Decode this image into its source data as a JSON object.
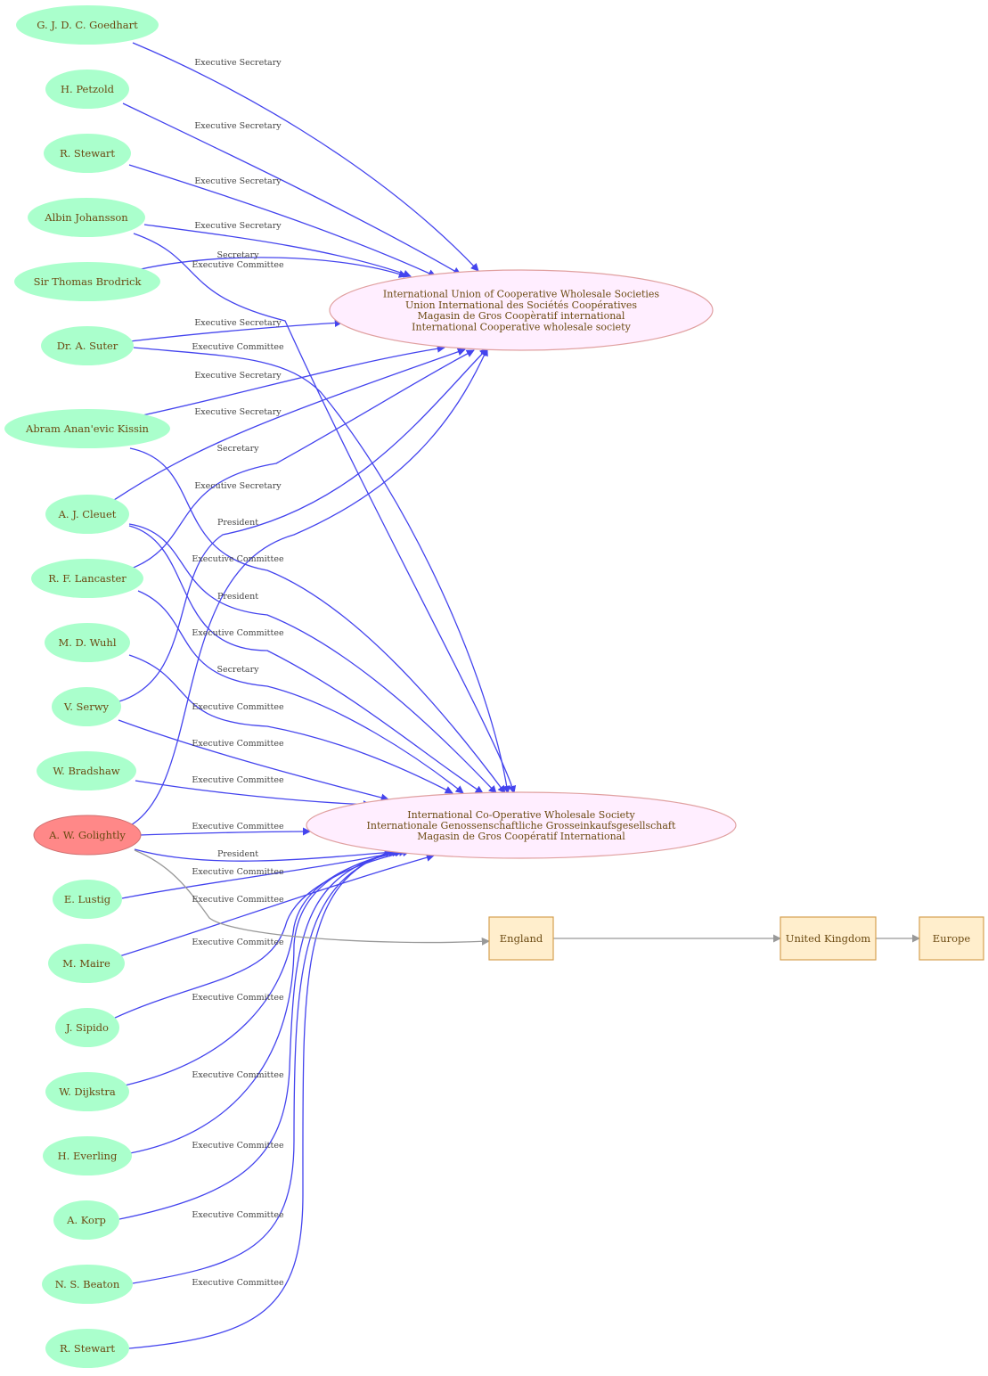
{
  "colors": {
    "person_fill": "#aaffcc",
    "highlight_fill": "#ff8888",
    "org_fill": "#ffeeff",
    "org_stroke": "#e0a0a0",
    "place_fill": "#ffeecc",
    "place_stroke": "#d4a050",
    "edge_role": "#4444ee",
    "edge_place": "#999999",
    "label_text": "#6b4a12"
  },
  "people": [
    {
      "id": "goedhart",
      "label": "G. J. D. C.  Goedhart"
    },
    {
      "id": "petzold",
      "label": "H. Petzold"
    },
    {
      "id": "stewart1",
      "label": "R.  Stewart"
    },
    {
      "id": "johansson",
      "label": "Albin Johansson"
    },
    {
      "id": "brodrick",
      "label": "Sir Thomas Brodrick"
    },
    {
      "id": "suter",
      "label": "Dr. A.  Suter"
    },
    {
      "id": "kissin",
      "label": "Abram Anan'evic Kissin"
    },
    {
      "id": "cleuet",
      "label": "A. J. Cleuet"
    },
    {
      "id": "lancaster",
      "label": "R. F. Lancaster"
    },
    {
      "id": "wuhl",
      "label": "M. D. Wuhl"
    },
    {
      "id": "serwy",
      "label": "V. Serwy"
    },
    {
      "id": "bradshaw",
      "label": "W. Bradshaw"
    },
    {
      "id": "golightly",
      "label": "A. W. Golightly",
      "highlight": true
    },
    {
      "id": "lustig",
      "label": "E. Lustig"
    },
    {
      "id": "maire",
      "label": "M. Maire"
    },
    {
      "id": "sipido",
      "label": "J. Sipido"
    },
    {
      "id": "dijkstra",
      "label": "W. Dijkstra"
    },
    {
      "id": "everling",
      "label": "H. Everling"
    },
    {
      "id": "korp",
      "label": "A. Korp"
    },
    {
      "id": "beaton",
      "label": "N. S. Beaton"
    },
    {
      "id": "stewart2",
      "label": "R. Stewart"
    }
  ],
  "organizations": [
    {
      "id": "iucws",
      "lines": [
        "International Union of Cooperative Wholesale Societies",
        "Union International des Sociétés Coopératives",
        "Magasin de Gros Coopèratif international",
        "International Cooperative wholesale society"
      ]
    },
    {
      "id": "icws",
      "lines": [
        "International Co-Operative Wholesale Society",
        "Internationale Genossenschaftliche Grosseinkaufsgesellschaft",
        "Magasin de Gros Coopératif International"
      ]
    }
  ],
  "places": [
    {
      "id": "england",
      "label": "England"
    },
    {
      "id": "uk",
      "label": "United Kingdom"
    },
    {
      "id": "europe",
      "label": "Europe"
    }
  ],
  "edges": [
    {
      "from": "goedhart",
      "to": "iucws",
      "label": "Executive Secretary"
    },
    {
      "from": "petzold",
      "to": "iucws",
      "label": "Executive Secretary"
    },
    {
      "from": "stewart1",
      "to": "iucws",
      "label": "Executive Secretary"
    },
    {
      "from": "johansson",
      "to": "iucws",
      "label": "Executive Secretary"
    },
    {
      "from": "brodrick",
      "to": "iucws",
      "label": "Secretary"
    },
    {
      "from": "johansson",
      "to": "icws",
      "label": "Executive Committee"
    },
    {
      "from": "suter",
      "to": "iucws",
      "label": "Executive Secretary"
    },
    {
      "from": "suter",
      "to": "icws",
      "label": "Executive Committee"
    },
    {
      "from": "kissin",
      "to": "iucws",
      "label": "Executive Secretary"
    },
    {
      "from": "cleuet",
      "to": "iucws",
      "label": "Executive Secretary"
    },
    {
      "from": "lancaster",
      "to": "iucws",
      "label": "Secretary"
    },
    {
      "from": "serwy",
      "to": "iucws",
      "label": "Executive Secretary"
    },
    {
      "from": "golightly",
      "to": "iucws",
      "label": "President"
    },
    {
      "from": "kissin",
      "to": "icws",
      "label": "Executive Committee"
    },
    {
      "from": "cleuet",
      "to": "icws",
      "label": "President"
    },
    {
      "from": "cleuet",
      "to": "icws",
      "label": "Executive Committee"
    },
    {
      "from": "lancaster",
      "to": "icws",
      "label": "Secretary"
    },
    {
      "from": "wuhl",
      "to": "icws",
      "label": "Executive Committee"
    },
    {
      "from": "serwy",
      "to": "icws",
      "label": "Executive Committee"
    },
    {
      "from": "bradshaw",
      "to": "icws",
      "label": "Executive Committee"
    },
    {
      "from": "golightly",
      "to": "icws",
      "label": "Executive Committee"
    },
    {
      "from": "golightly",
      "to": "icws",
      "label": "President"
    },
    {
      "from": "lustig",
      "to": "icws",
      "label": "Executive Committee"
    },
    {
      "from": "maire",
      "to": "icws",
      "label": "Executive Committee"
    },
    {
      "from": "sipido",
      "to": "icws",
      "label": "Executive Committee"
    },
    {
      "from": "dijkstra",
      "to": "icws",
      "label": "Executive Committee"
    },
    {
      "from": "everling",
      "to": "icws",
      "label": "Executive Committee"
    },
    {
      "from": "korp",
      "to": "icws",
      "label": "Executive Committee"
    },
    {
      "from": "beaton",
      "to": "icws",
      "label": "Executive Committee"
    },
    {
      "from": "stewart2",
      "to": "icws",
      "label": "Executive Committee"
    },
    {
      "from": "golightly",
      "to": "england",
      "label": ""
    },
    {
      "from": "england",
      "to": "uk",
      "label": ""
    },
    {
      "from": "uk",
      "to": "europe",
      "label": ""
    }
  ]
}
